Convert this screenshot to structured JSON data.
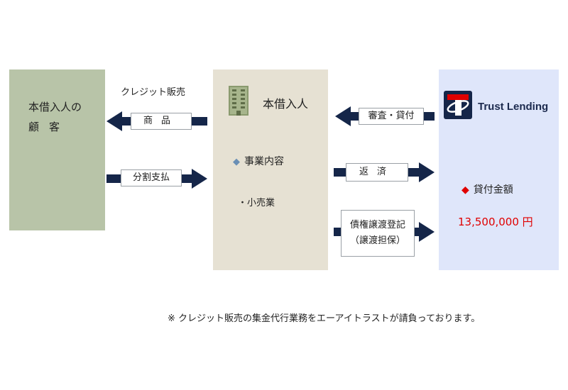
{
  "customer": {
    "line1": "本借入人の",
    "line2": "顧客"
  },
  "borrower": {
    "title": "本借入人",
    "business_heading": "事業内容",
    "business_item": "・小売業"
  },
  "lender": {
    "brand": "Trust Lending",
    "loan_heading": "貸付金額",
    "loan_amount": "13,500,000 円"
  },
  "flows": {
    "credit_sales": "クレジット販売",
    "goods": "商品",
    "installment": "分割支払",
    "screening": "審査・貸付",
    "repayment": "返済",
    "assignment_line1": "債権譲渡登記",
    "assignment_line2": "（譲渡担保）"
  },
  "footnote": "※ クレジット販売の集金代行業務をエーアイトラストが請負っております。",
  "colors": {
    "arrow": "#152649",
    "customer_box": "#b8c4a8",
    "borrower_box": "#e6e1d3",
    "lender_box": "#dfe6fa",
    "accent_red": "#e00000",
    "brand_navy": "#1c2a4e"
  },
  "icons": [
    "building-icon",
    "diamond-icon",
    "trust-lending-logo"
  ]
}
